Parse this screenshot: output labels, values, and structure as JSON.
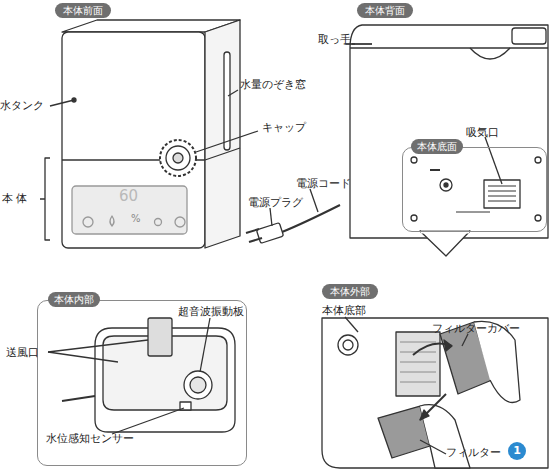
{
  "diagram": {
    "nodes": [
      {
        "text": [
          "本体前面"
        ]
      },
      {
        "text": [
          "本体背面"
        ]
      },
      {
        "text": [
          "本体底面"
        ]
      },
      {
        "text": [
          "本体内部"
        ]
      },
      {
        "text": [
          "本体外部"
        ]
      }
    ],
    "labels": [
      "水タンク",
      "本 体",
      "水量のぞき窓",
      "キャップ",
      "取っ手",
      "電源コード",
      "電源プラグ",
      "吸気口",
      "超音波振動板",
      "送風口",
      "水位感知センサー",
      "本体底部",
      "フィルターカバー",
      "フィルター",
      "1",
      "60",
      "%"
    ]
  }
}
